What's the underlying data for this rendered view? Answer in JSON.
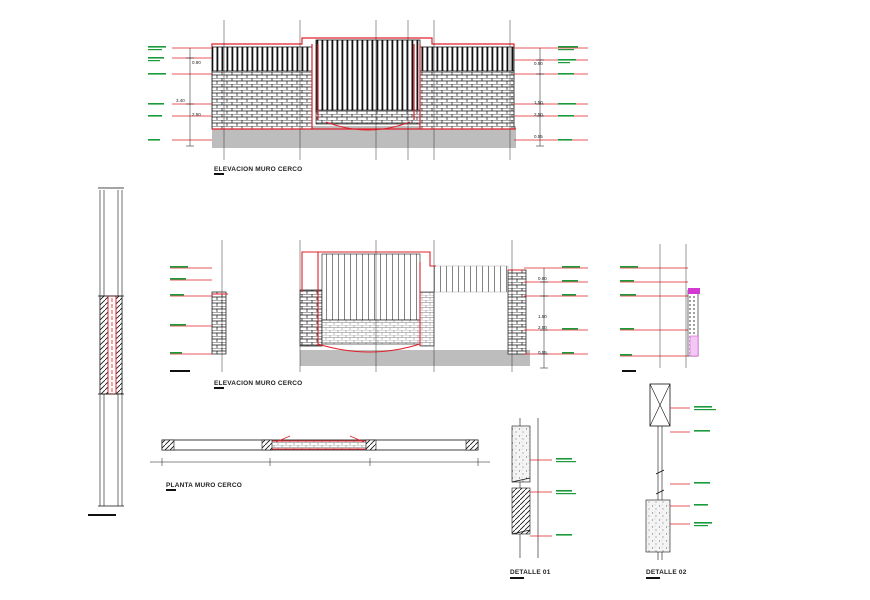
{
  "titles": {
    "elev1": "ELEVACION MURO CERCO",
    "elev2": "ELEVACION MURO CERCO",
    "plan": "PLANTA MURO CERCO",
    "det1": "DETALLE 01",
    "det2": "DETALLE 02"
  },
  "dims": {
    "e1_left": [
      "0.90",
      "3.40",
      "2.50"
    ],
    "e1_right": [
      "0.90",
      "1.50",
      "2.50",
      "0.55"
    ],
    "e2_right": [
      "0.90",
      "1.50",
      "2.50",
      "0.55"
    ]
  },
  "colors": {
    "line": "#111111",
    "accent": "#e0202a",
    "note": "#1a9a3a",
    "ground": "#bdbdbd",
    "magenta": "#d23ad2"
  }
}
